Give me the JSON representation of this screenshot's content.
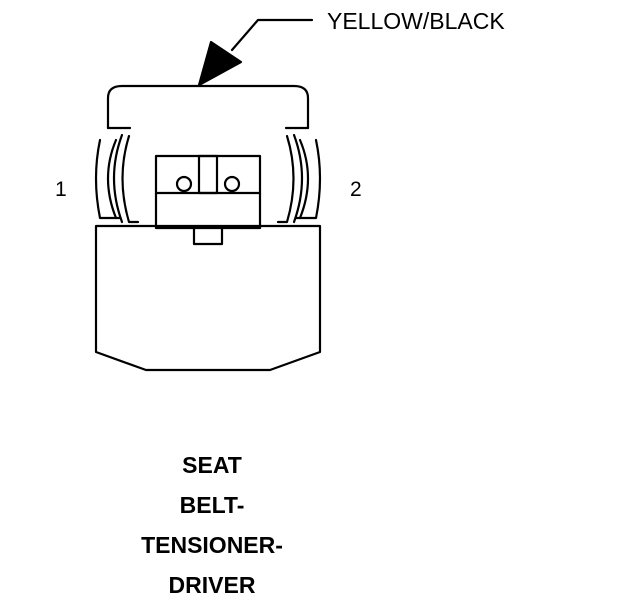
{
  "wire_label": "YELLOW/BLACK",
  "pins": {
    "left": "1",
    "right": "2"
  },
  "component_title": [
    "SEAT",
    "BELT-",
    "TENSIONER-",
    "DRIVER"
  ]
}
